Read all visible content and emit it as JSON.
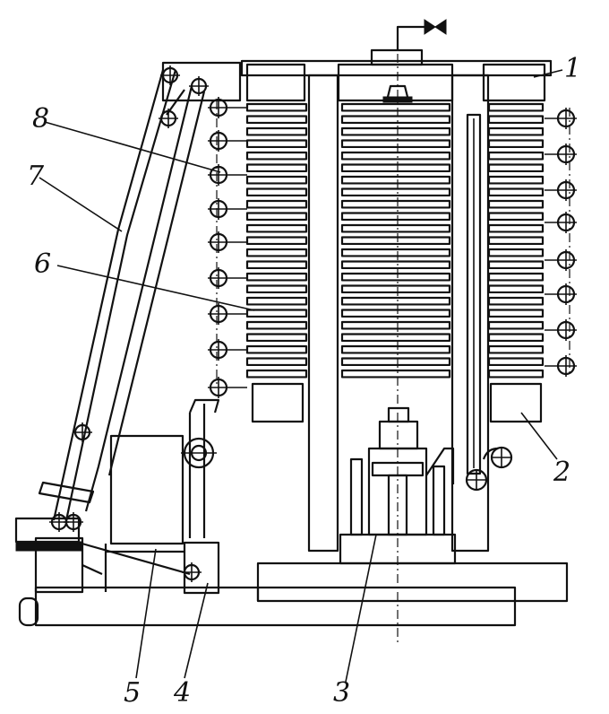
{
  "callouts": [
    {
      "id": "1",
      "text": "1"
    },
    {
      "id": "2",
      "text": "2"
    },
    {
      "id": "3",
      "text": "3"
    },
    {
      "id": "4",
      "text": "4"
    },
    {
      "id": "5",
      "text": "5"
    },
    {
      "id": "6",
      "text": "6"
    },
    {
      "id": "7",
      "text": "7"
    },
    {
      "id": "8",
      "text": "8"
    }
  ],
  "colors": {
    "ink": "#111111",
    "paper": "#ffffff"
  },
  "icons": [
    "valve-icon",
    "hinge-pin-icon"
  ]
}
